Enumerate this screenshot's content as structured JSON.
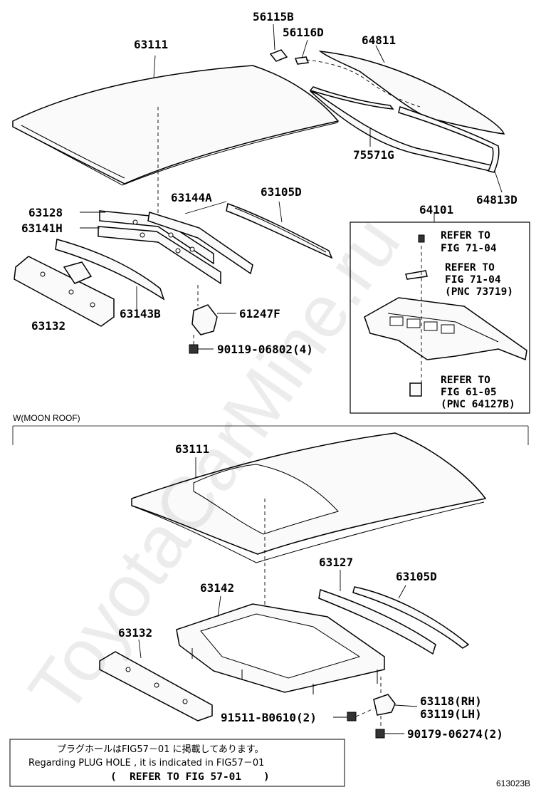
{
  "labels": {
    "p56115b": "56115B",
    "p56116d": "56116D",
    "p64811": "64811",
    "p63111_top": "63111",
    "p75571g": "75571G",
    "p64813d": "64813D",
    "p63144a": "63144A",
    "p63105d_top": "63105D",
    "p63128": "63128",
    "p63141h": "63141H",
    "p63132_top": "63132",
    "p63143b": "63143B",
    "p61247f": "61247F",
    "p90119": "90119-06802(4)",
    "p64101": "64101",
    "p63111_bottom": "63111",
    "p63127": "63127",
    "p63105d_bottom": "63105D",
    "p63142": "63142",
    "p63132_bottom": "63132",
    "p63118": "63118(RH)",
    "p63119": "63119(LH)",
    "p91511": "91511-B0610(2)",
    "p90179": "90179-06274(2)"
  },
  "refs": {
    "ref1_line1": "REFER TO",
    "ref1_line2": "FIG 71-04",
    "ref2_line1": "REFER TO",
    "ref2_line2": "FIG 71-04",
    "ref2_line3": "(PNC 73719)",
    "ref3_line1": "REFER TO",
    "ref3_line2": "FIG 61-05",
    "ref3_line3": "(PNC 64127B)"
  },
  "section": {
    "moon_roof": "W(MOON ROOF)"
  },
  "note": {
    "line1": "プラグホールはFIG57－01 に掲載してあります。",
    "line2": "Regarding  PLUG HOLE  , it is indicated  in  FIG57－01",
    "line3_open": "(",
    "line3_text": "REFER TO FIG 57-01",
    "line3_close": ")"
  },
  "figure_code": "613023B",
  "watermark": "ToyotaCarMine.ru"
}
